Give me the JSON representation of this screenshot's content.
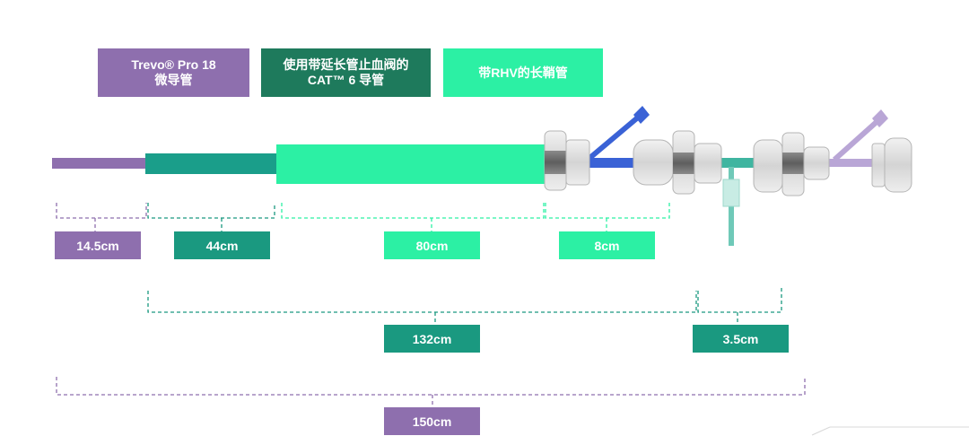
{
  "legend": {
    "microcatheter": {
      "line1": "Trevo® Pro 18",
      "line2": "微导管",
      "color": "#8e6fae"
    },
    "intermediate": {
      "line1": "使用带延长管止血阀的",
      "line2": "CAT™ 6 导管",
      "color": "#1e7a5c"
    },
    "sheath": {
      "line1": "带RHV的长鞘管",
      "color": "#2cf0a4"
    }
  },
  "lengths": {
    "l_14_5": {
      "label": "14.5cm",
      "color": "#8e6fae"
    },
    "l_44": {
      "label": "44cm",
      "color": "#1a9980"
    },
    "l_80": {
      "label": "80cm",
      "color": "#2cf0a4"
    },
    "l_8": {
      "label": "8cm",
      "color": "#2cf0a4"
    },
    "l_132": {
      "label": "132cm",
      "color": "#1a9980"
    },
    "l_3_5": {
      "label": "3.5cm",
      "color": "#1a9980"
    },
    "l_150": {
      "label": "150cm",
      "color": "#8e6fae"
    }
  }
}
